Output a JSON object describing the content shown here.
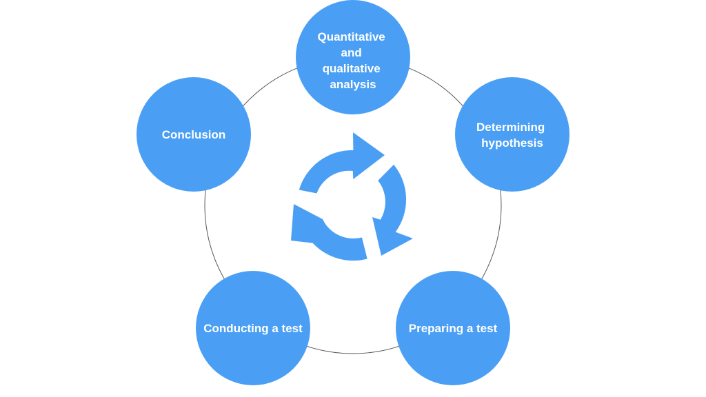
{
  "diagram": {
    "colors": {
      "node_fill": "#4a9ff5",
      "ring_stroke": "#555555",
      "label_text": "#ffffff",
      "background": "#ffffff"
    },
    "center_icon": "cycle-arrows-icon",
    "nodes": [
      {
        "id": "quantitative-analysis",
        "lines": [
          "Quantitative",
          "and",
          "qualitative",
          "analysis"
        ]
      },
      {
        "id": "determining-hypothesis",
        "lines": [
          "Determining",
          "hypothesis"
        ]
      },
      {
        "id": "preparing-test",
        "lines": [
          "Preparing a test"
        ]
      },
      {
        "id": "conducting-test",
        "lines": [
          "Conducting a test"
        ]
      },
      {
        "id": "conclusion",
        "lines": [
          "Conclusion"
        ]
      }
    ]
  }
}
